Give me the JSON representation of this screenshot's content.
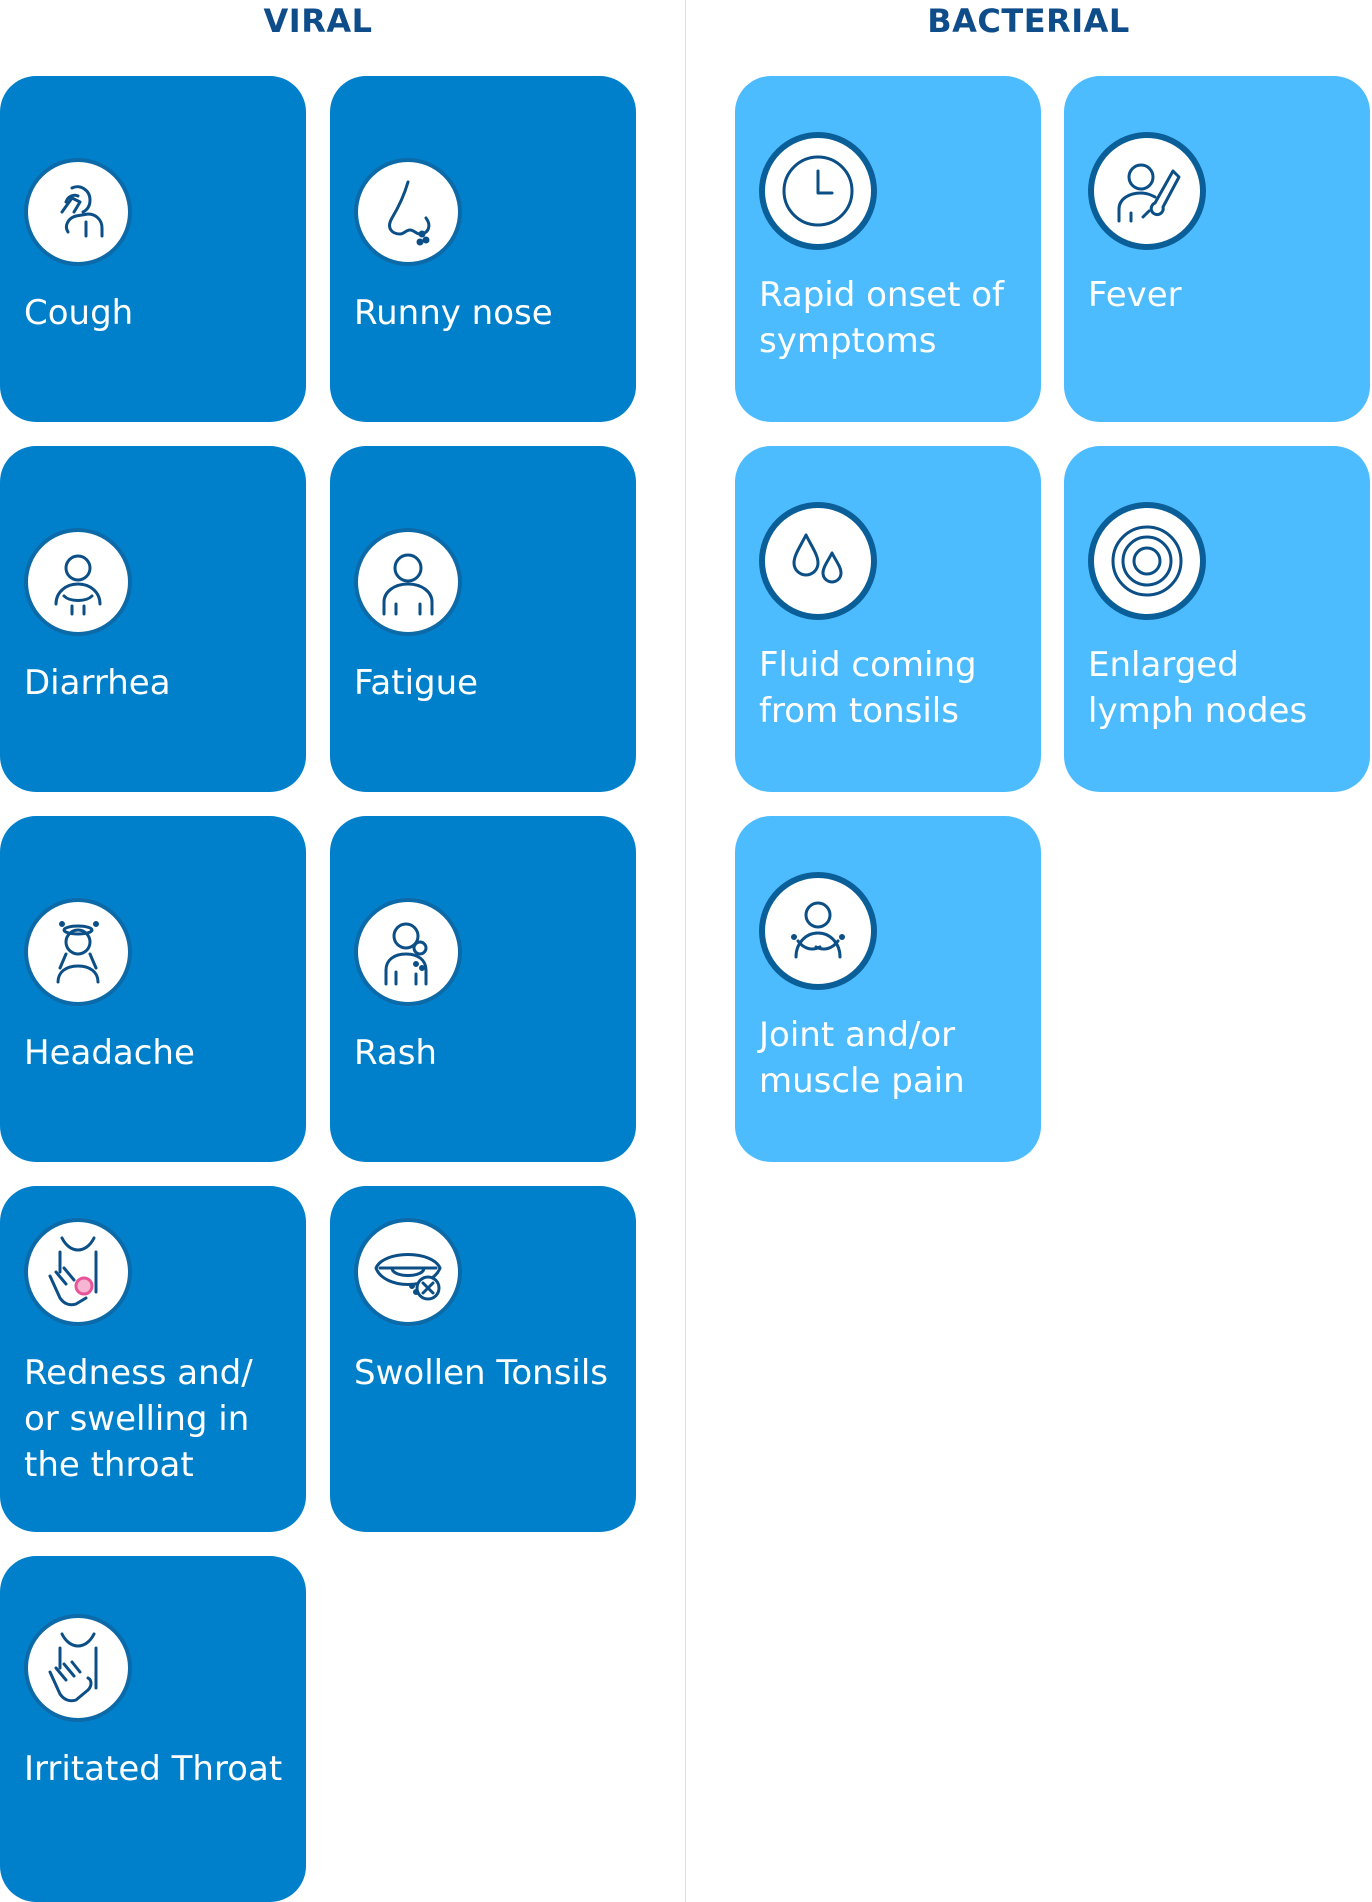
{
  "headers": {
    "viral": "VIRAL",
    "bacterial": "BACTERIAL"
  },
  "viral": [
    {
      "label": "Cough",
      "icon": "cough-icon"
    },
    {
      "label": "Runny nose",
      "icon": "nose-icon"
    },
    {
      "label": "Diarrhea",
      "icon": "stomach-icon"
    },
    {
      "label": "Fatigue",
      "icon": "person-icon"
    },
    {
      "label": "Headache",
      "icon": "headache-icon"
    },
    {
      "label": "Rash",
      "icon": "rash-icon"
    },
    {
      "label": "Redness and/ or swelling in the throat",
      "icon": "throat-redness-icon"
    },
    {
      "label": "Swollen Tonsils",
      "icon": "mouth-icon"
    },
    {
      "label": "Irritated Throat",
      "icon": "throat-icon"
    }
  ],
  "bacterial": [
    {
      "label": "Rapid onset of symptoms",
      "icon": "clock-icon"
    },
    {
      "label": "Fever",
      "icon": "thermometer-icon"
    },
    {
      "label": "Fluid coming from tonsils",
      "icon": "droplets-icon"
    },
    {
      "label": "Enlarged lymph nodes",
      "icon": "target-icon"
    },
    {
      "label": "Joint and/or muscle pain",
      "icon": "body-pain-icon"
    }
  ],
  "colors": {
    "viral": "#0080cb",
    "bacterial": "#4dbcff",
    "heading": "#0e4c8a",
    "icon_stroke": "#0b4f86",
    "accent": "#e8549a"
  }
}
